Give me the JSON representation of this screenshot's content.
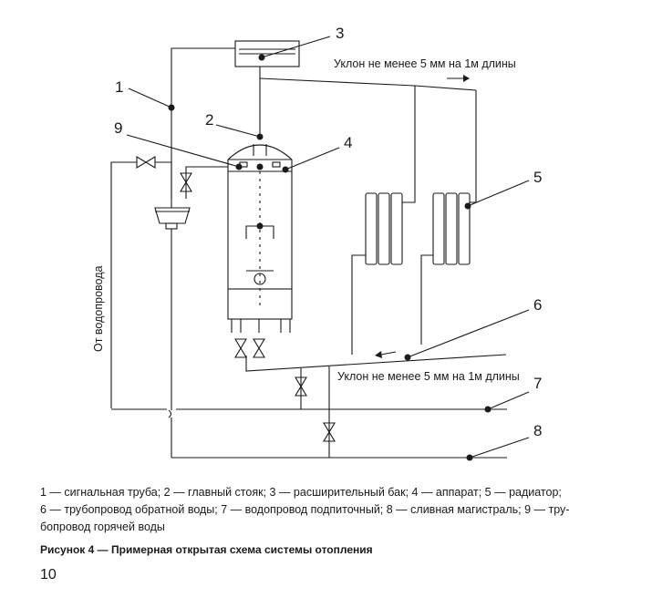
{
  "diagram": {
    "labels": [
      "1",
      "2",
      "3",
      "4",
      "5",
      "6",
      "7",
      "8",
      "9"
    ],
    "slope_note_top": "Уклон не менее 5 мм на 1м длины",
    "slope_note_bottom": "Уклон не менее 5 мм на 1м длины",
    "water_supply_label": "От водопровода"
  },
  "legend": {
    "line1": "1 — сигнальная труба; 2 — главный стояк; 3 — расширительный бак; 4 — аппарат; 5 — радиатор;",
    "line2": "6 — трубопровод обратной воды; 7 — водопровод подпиточный; 8 — сливная магистраль; 9 — тру-",
    "line3": "бопровод горячей воды"
  },
  "figure_title": "Рисунок 4 — Примерная открытая схема системы отопления",
  "page_number": "10"
}
